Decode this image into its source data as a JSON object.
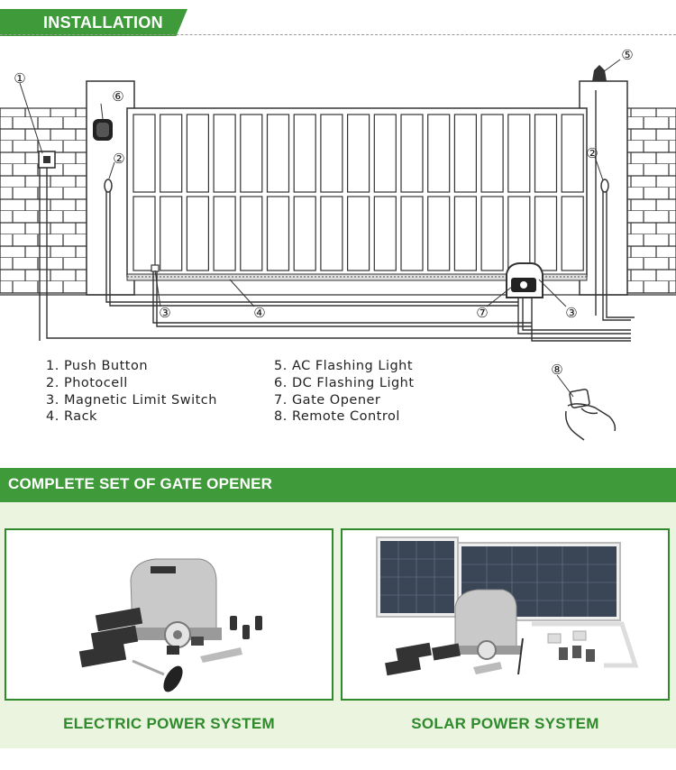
{
  "sections": {
    "installation_title": "INSTALLATION",
    "complete_set_title": "COMPLETE SET OF GATE OPENER"
  },
  "legend": {
    "left": [
      "1. Push Button",
      "2. Photocell",
      "3. Magnetic Limit Switch",
      "4. Rack"
    ],
    "right": [
      "5. AC Flashing Light",
      "6. DC Flashing Light",
      "7. Gate Opener",
      "8. Remote Control"
    ]
  },
  "callouts": {
    "push_button": "①",
    "photocell": "②",
    "limit_switch": "③",
    "rack": "④",
    "ac_light": "⑤",
    "dc_light": "⑥",
    "gate_opener": "⑦",
    "remote": "⑧"
  },
  "products": {
    "electric_caption": "ELECTRIC POWER SYSTEM",
    "solar_caption": "SOLAR POWER SYSTEM"
  },
  "colors": {
    "brand_green": "#3f9a3a",
    "caption_green": "#2f8a2c",
    "panel_bg": "#eaf4df"
  }
}
